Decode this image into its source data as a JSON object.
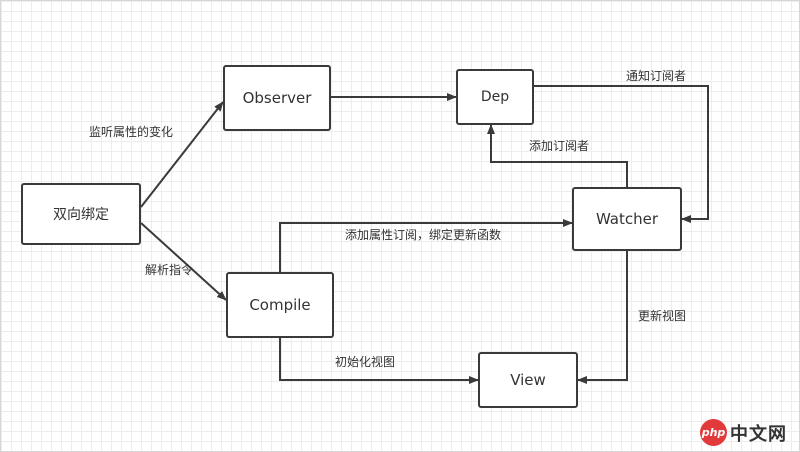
{
  "nodes": {
    "binding": "双向绑定",
    "observer": "Observer",
    "dep": "Dep",
    "watcher": "Watcher",
    "compile": "Compile",
    "view": "View"
  },
  "edge_labels": {
    "listen": "监听属性的变化",
    "parse": "解析指令",
    "add_subscriber": "添加订阅者",
    "notify": "通知订阅者",
    "bind_update": "添加属性订阅，绑定更新函数",
    "init_view": "初始化视图",
    "update_view": "更新视图"
  },
  "watermark": {
    "logo": "php",
    "site": "中文网"
  },
  "colors": {
    "line": "#3a3a3a",
    "box_border": "#3a3a3a",
    "label_text": "#333333",
    "logo_red": "#e23a3a"
  }
}
